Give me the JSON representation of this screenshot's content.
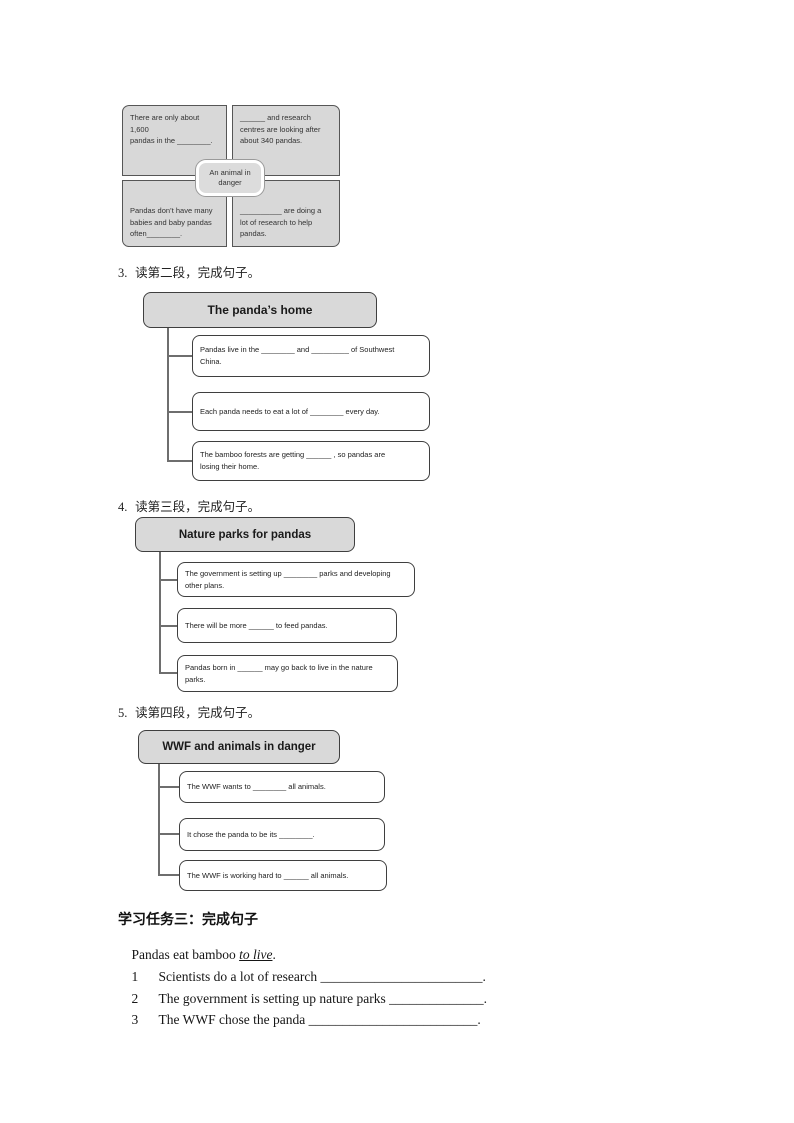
{
  "diagram": {
    "center_label": "An animal in\ndanger",
    "top_left": "There are only about 1,600\npandas in the ________.",
    "top_right": "______ and research\ncentres are looking after\nabout 340 pandas.",
    "bottom_left": "Pandas don’t have many\nbabies and baby pandas\noften________.",
    "bottom_right": "__________ are doing a\nlot of research to help\npandas."
  },
  "sections": [
    {
      "number": "3.",
      "instruction": "读第二段，完成句子。",
      "title": "The panda’s home",
      "boxes": [
        "Pandas live in the ________ and _________ of Southwest\nChina.",
        "Each panda needs to eat a lot of ________ every day.",
        "The bamboo forests are getting ______ , so pandas are\nlosing their home."
      ]
    },
    {
      "number": "4.",
      "instruction": "读第三段，完成句子。",
      "title": "Nature parks for pandas",
      "boxes": [
        "The government is setting up ________ parks and developing\nother plans.",
        "There will be more ______ to feed pandas.",
        "Pandas born in ______ may go back to live in the nature\nparks."
      ]
    },
    {
      "number": "5.",
      "instruction": "读第四段，完成句子。",
      "title": "WWF and animals in danger",
      "boxes": [
        "The WWF wants to ________ all animals.",
        "It chose the panda to be its ________.",
        "The WWF is working hard to ______ all animals."
      ]
    }
  ],
  "task": {
    "heading": "学习任务三：完成句子",
    "example": {
      "prefix": "Pandas eat bamboo ",
      "answer": "to live",
      "suffix": "."
    },
    "items": [
      {
        "num": "1",
        "text": "Scientists do a lot of research ",
        "blank": "________________________."
      },
      {
        "num": "2",
        "text": "The government is setting up nature parks ",
        "blank": "______________."
      },
      {
        "num": "3",
        "text": "The WWF chose the panda ",
        "blank": "_________________________."
      }
    ]
  },
  "colors": {
    "box_fill": "#d8d8d8",
    "box_border": "#3f3f3f",
    "connector_line": "#6e6e6e"
  }
}
